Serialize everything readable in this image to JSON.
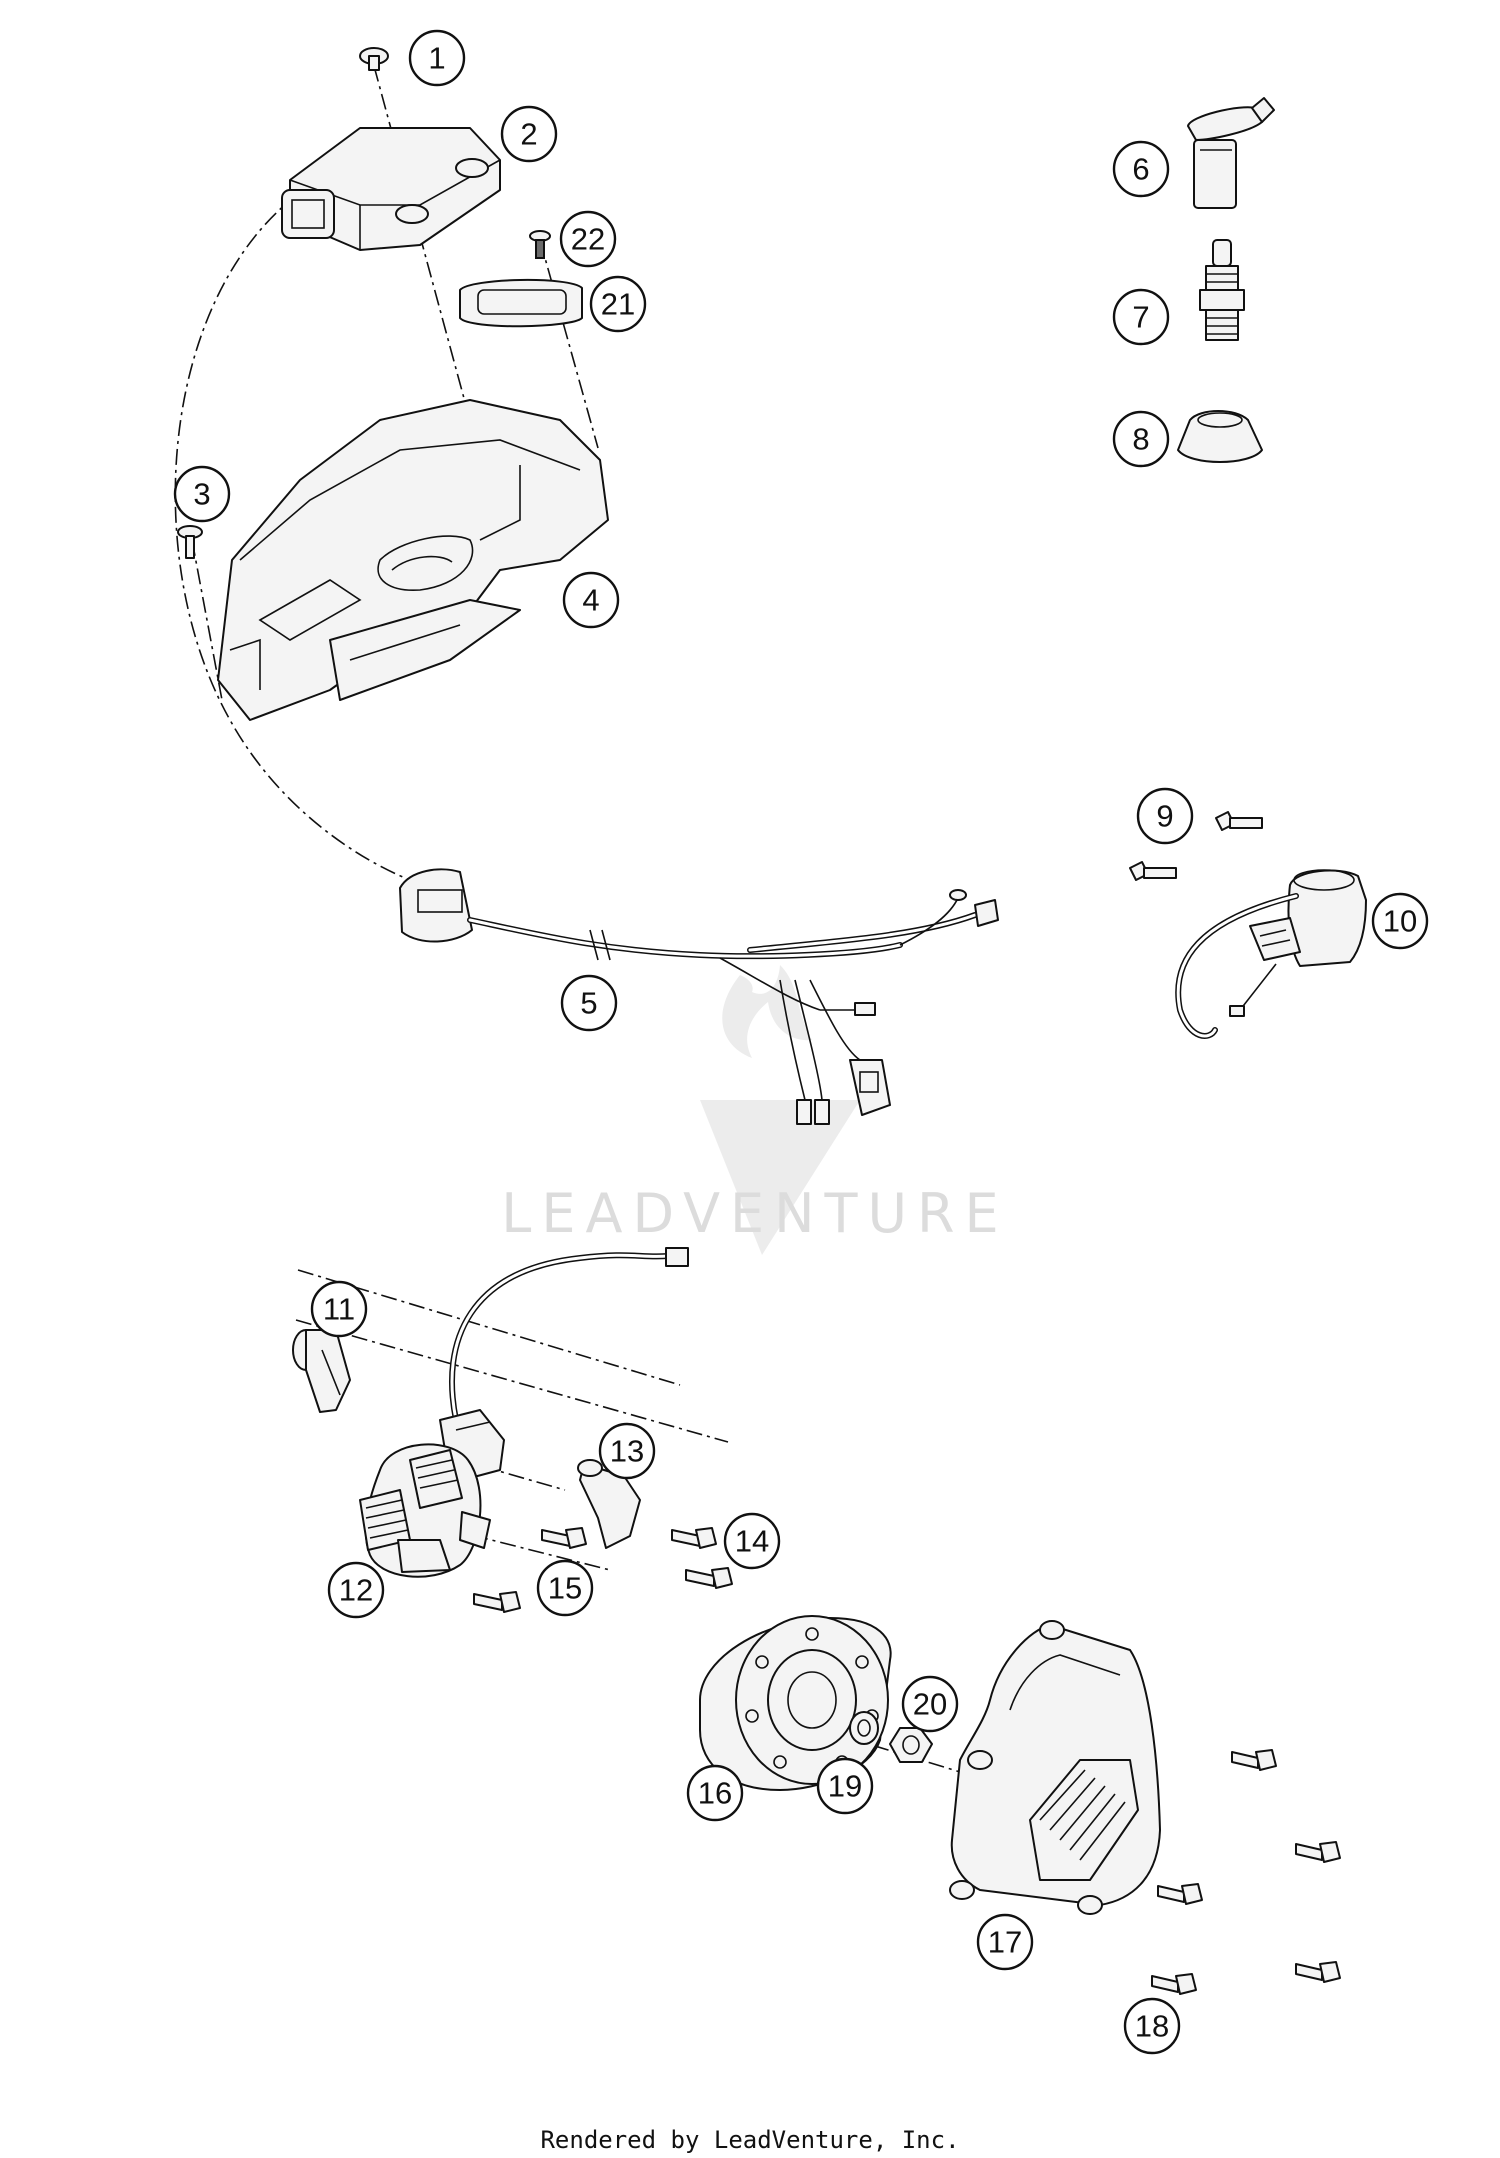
{
  "diagram": {
    "watermark_text": "LEADVENTURE",
    "credit": "Rendered by LeadVenture, Inc.",
    "callouts": [
      {
        "id": "c1",
        "label": "1"
      },
      {
        "id": "c2",
        "label": "2"
      },
      {
        "id": "c3",
        "label": "3"
      },
      {
        "id": "c4",
        "label": "4"
      },
      {
        "id": "c5",
        "label": "5"
      },
      {
        "id": "c6",
        "label": "6"
      },
      {
        "id": "c7",
        "label": "7"
      },
      {
        "id": "c8",
        "label": "8"
      },
      {
        "id": "c9",
        "label": "9"
      },
      {
        "id": "c10",
        "label": "10"
      },
      {
        "id": "c11",
        "label": "11"
      },
      {
        "id": "c12",
        "label": "12"
      },
      {
        "id": "c13",
        "label": "13"
      },
      {
        "id": "c14",
        "label": "14"
      },
      {
        "id": "c15",
        "label": "15"
      },
      {
        "id": "c16",
        "label": "16"
      },
      {
        "id": "c17",
        "label": "17"
      },
      {
        "id": "c18",
        "label": "18"
      },
      {
        "id": "c19",
        "label": "19"
      },
      {
        "id": "c20",
        "label": "20"
      },
      {
        "id": "c21",
        "label": "21"
      },
      {
        "id": "c22",
        "label": "22"
      }
    ]
  }
}
